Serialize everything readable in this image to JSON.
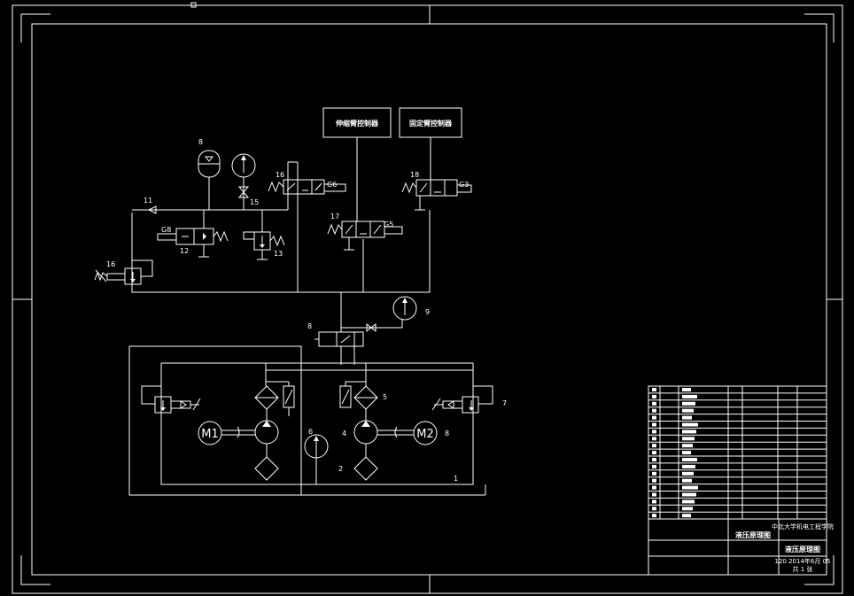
{
  "controllers": {
    "left": "伸缩臂控制器",
    "right": "固定臂控制器"
  },
  "labels": {
    "n1": "1",
    "n2": "2",
    "n4": "4",
    "n5": "5",
    "n6": "6",
    "n7": "7",
    "n8a": "8",
    "n8b": "8",
    "n9": "9",
    "n11": "11",
    "n12": "12",
    "n13": "13",
    "n15": "15",
    "n16a": "16",
    "n16b": "16",
    "n17": "17",
    "n18": "18",
    "g5": "G5",
    "g6": "G6",
    "g8": "G8",
    "g3": "G3",
    "m1": "M1",
    "m2": "M2"
  },
  "title_block": {
    "title_mid": "液压原理图",
    "title_right": "液压原理图",
    "top_right": "中北大学机电工程学院",
    "date": "120 2014年6月 05",
    "sheet": "共 1 张"
  },
  "colors": {
    "background": "#000000",
    "line": "#ffffff"
  },
  "icons": [
    "pump-icon",
    "motor-icon",
    "gauge-icon",
    "filter-icon",
    "accumulator-icon",
    "valve-icon",
    "spring-icon",
    "check-valve-icon"
  ]
}
